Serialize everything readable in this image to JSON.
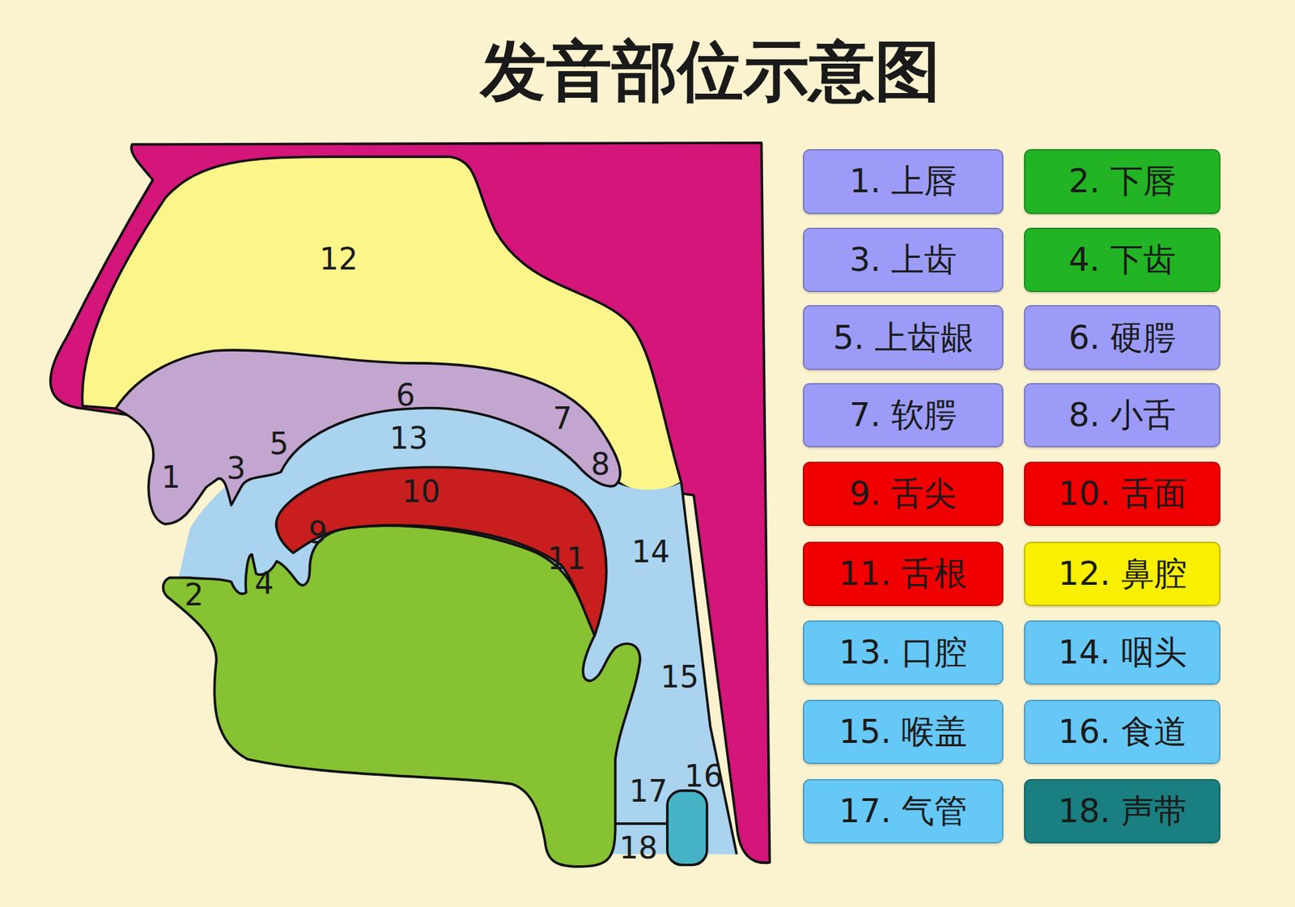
{
  "diagram": {
    "title": "发音部位示意图",
    "nodes": [
      {
        "text": [
          "1. 上唇"
        ]
      },
      {
        "text": [
          "2. 下唇"
        ]
      },
      {
        "text": [
          "3. 上齿"
        ]
      },
      {
        "text": [
          "4. 下齿"
        ]
      },
      {
        "text": [
          "5. 上齿龈"
        ]
      },
      {
        "text": [
          "6. 硬腭"
        ]
      },
      {
        "text": [
          "7. 软腭"
        ]
      },
      {
        "text": [
          "8. 小舌"
        ]
      },
      {
        "text": [
          "9. 舌尖"
        ]
      },
      {
        "text": [
          "10. 舌面"
        ]
      },
      {
        "text": [
          "11. 舌根"
        ]
      },
      {
        "text": [
          "12. 鼻腔"
        ]
      },
      {
        "text": [
          "13. 口腔"
        ]
      },
      {
        "text": [
          "14. 咽头"
        ]
      },
      {
        "text": [
          "15. 喉盖"
        ]
      },
      {
        "text": [
          "16. 食道"
        ]
      },
      {
        "text": [
          "17. 气管"
        ]
      },
      {
        "text": [
          "18. 声带"
        ]
      }
    ],
    "labels": [
      "1",
      "2",
      "3",
      "4",
      "5",
      "6",
      "7",
      "8",
      "9",
      "10",
      "11",
      "12",
      "13",
      "14",
      "15",
      "16",
      "17",
      "18"
    ]
  }
}
